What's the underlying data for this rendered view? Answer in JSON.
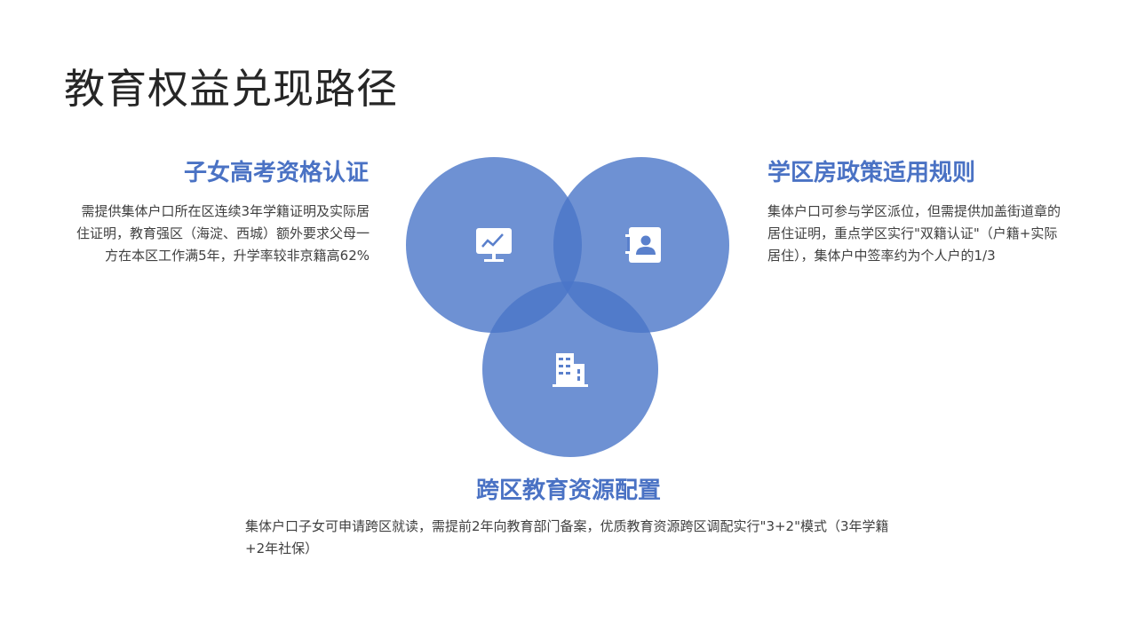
{
  "title": "教育权益兑现路径",
  "colors": {
    "accent": "#4a72c4",
    "circle": "#4a75c8",
    "text": "#404040",
    "title": "#262626"
  },
  "items": [
    {
      "heading": "子女高考资格认证",
      "description": "需提供集体户口所在区连续3年学籍证明及实际居住证明，教育强区（海淀、西城）额外要求父母一方在本区工作满5年，升学率较非京籍高62%",
      "icon": "monitor-chart-icon"
    },
    {
      "heading": "学区房政策适用规则",
      "description": "集体户口可参与学区派位，但需提供加盖街道章的居住证明，重点学区实行\"双籍认证\"（户籍+实际居住），集体户中签率约为个人户的1/3",
      "icon": "contact-book-icon"
    },
    {
      "heading": "跨区教育资源配置",
      "description": "集体户口子女可申请跨区就读，需提前2年向教育部门备案，优质教育资源跨区调配实行\"3+2\"模式（3年学籍+2年社保）",
      "icon": "building-icon"
    }
  ]
}
